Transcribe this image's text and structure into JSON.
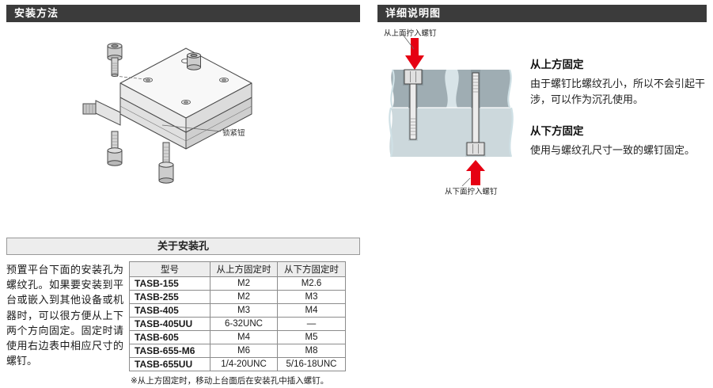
{
  "colors": {
    "section_header_bg": "#3b3b3b",
    "section_header_text": "#ffffff",
    "table_header_bg": "#ededed",
    "accent_red": "#e60012",
    "cross_section_gray": "#9fadb3",
    "cross_section_blue": "#ccd8dc"
  },
  "install": {
    "title": "安装方法",
    "lock_knob_label": "锁紧钮"
  },
  "detail": {
    "title": "详细说明图",
    "screw_from_top_label": "从上面拧入螺钉",
    "screw_from_bottom_label": "从下面拧入螺钉",
    "notes": [
      {
        "heading": "从上方固定",
        "body": "由于螺钉比螺纹孔小，所以不会引起干涉，可以作为沉孔使用。"
      },
      {
        "heading": "从下方固定",
        "body": "使用与螺纹孔尺寸一致的螺钉固定。"
      }
    ]
  },
  "holes": {
    "title": "关于安装孔",
    "description": "预置平台下面的安装孔为螺纹孔。如果要安装到平台或嵌入到其他设备或机器时，可以很方便从上下两个方向固定。固定时请使用右边表中相应尺寸的螺钉。",
    "table": {
      "headers": [
        "型号",
        "从上方固定时",
        "从下方固定时"
      ],
      "rows": [
        [
          "TASB-155",
          "M2",
          "M2.6"
        ],
        [
          "TASB-255",
          "M2",
          "M3"
        ],
        [
          "TASB-405",
          "M3",
          "M4"
        ],
        [
          "TASB-405UU",
          "6-32UNC",
          "—"
        ],
        [
          "TASB-605",
          "M4",
          "M5"
        ],
        [
          "TASB-655-M6",
          "M6",
          "M8"
        ],
        [
          "TASB-655UU",
          "1/4-20UNC",
          "5/16-18UNC"
        ]
      ]
    },
    "footnote": "※从上方固定时，移动上台面后在安装孔中插入螺钉。"
  }
}
